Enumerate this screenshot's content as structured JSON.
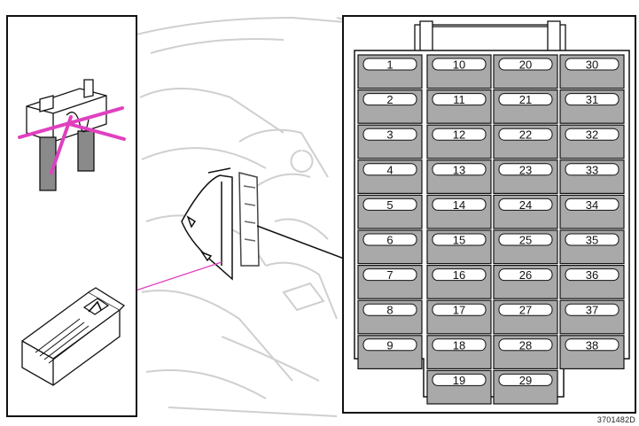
{
  "figure_code": "3701482D",
  "fuse_box": {
    "fuse_color": "#a9a9a9",
    "label_fill": "#ffffff",
    "columns": [
      [
        "1",
        "2",
        "3",
        "4",
        "5",
        "6",
        "7",
        "8",
        "9"
      ],
      [
        "10",
        "11",
        "12",
        "13",
        "14",
        "15",
        "16",
        "17",
        "18",
        "19"
      ],
      [
        "20",
        "21",
        "22",
        "23",
        "24",
        "25",
        "26",
        "27",
        "28",
        "29"
      ],
      [
        "30",
        "31",
        "32",
        "33",
        "34",
        "35",
        "36",
        "37",
        "38"
      ]
    ]
  },
  "colors": {
    "check_lines": "#e040c0",
    "pointer_line": "#e040c0",
    "outline": "#111111",
    "background_sketch": "#c8c8c8"
  },
  "icons": {
    "fuse_check": "blade-fuse-icon",
    "fuse_puller": "fuse-puller-icon",
    "dashboard_panel": "side-panel-icon"
  }
}
